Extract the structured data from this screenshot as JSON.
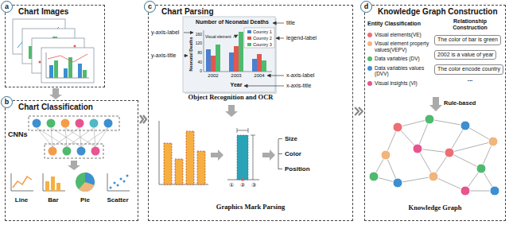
{
  "diagram": {
    "nodes": [
      {
        "text": [
          "Chart Images"
        ]
      },
      {
        "text": [
          "a"
        ],
        "in": 0
      },
      {
        "text": [
          "Chart Classification"
        ]
      },
      {
        "text": [
          "b"
        ],
        "in": 2
      },
      {
        "text": [
          "Chart Parsing"
        ]
      },
      {
        "text": [
          "c"
        ],
        "in": 4
      },
      {
        "text": [
          "Knowledge Graph Construction"
        ]
      },
      {
        "text": [
          "d"
        ],
        "in": 6
      },
      {
        "text": [
          "The color of bar is green"
        ],
        "in": 6
      },
      {
        "text": [
          "2002 is a value of year"
        ],
        "in": 6
      },
      {
        "text": [
          "The color encode country"
        ],
        "in": 6
      }
    ],
    "edges": [
      {
        "from": 0,
        "to": 2,
        "arrow": "to"
      },
      {
        "from": 2,
        "to": 4,
        "arrow": "to"
      },
      {
        "from": 4,
        "to": 6,
        "arrow": "to"
      }
    ],
    "labels": [
      "CNNs",
      "Line",
      "Bar",
      "Pie",
      "Scatter",
      "Number of Neonatal Deaths",
      "Neonatal Deaths",
      "Year",
      "2002",
      "2003",
      "2004",
      "Country 1",
      "Country 2",
      "Country 3",
      "Visual element",
      "0",
      "40",
      "80",
      "120",
      "160",
      "title",
      "y-axis-label",
      "y-axis-title",
      "legend-label",
      "x-axis-label",
      "x-axis-title",
      "Object Recognition and OCR",
      "①",
      "②",
      "③",
      "Size",
      "Color",
      "Position",
      "Graphics Mark Parsing",
      "Entity Classification",
      "Relationship Construction",
      "...",
      "Rule-based",
      "Knowledge Graph"
    ],
    "legend": [
      {
        "text": "Visual elements(VE)",
        "color": "#ee6e73"
      },
      {
        "text": "Visual element property values(VEPV)",
        "color": "#f2b57c"
      },
      {
        "text": "Data variables (DV)",
        "color": "#4fba6f"
      },
      {
        "text": "Data variables values (DVV)",
        "color": "#3d8fd1"
      },
      {
        "text": "Visual insights (VI)",
        "color": "#e7548f"
      }
    ]
  }
}
